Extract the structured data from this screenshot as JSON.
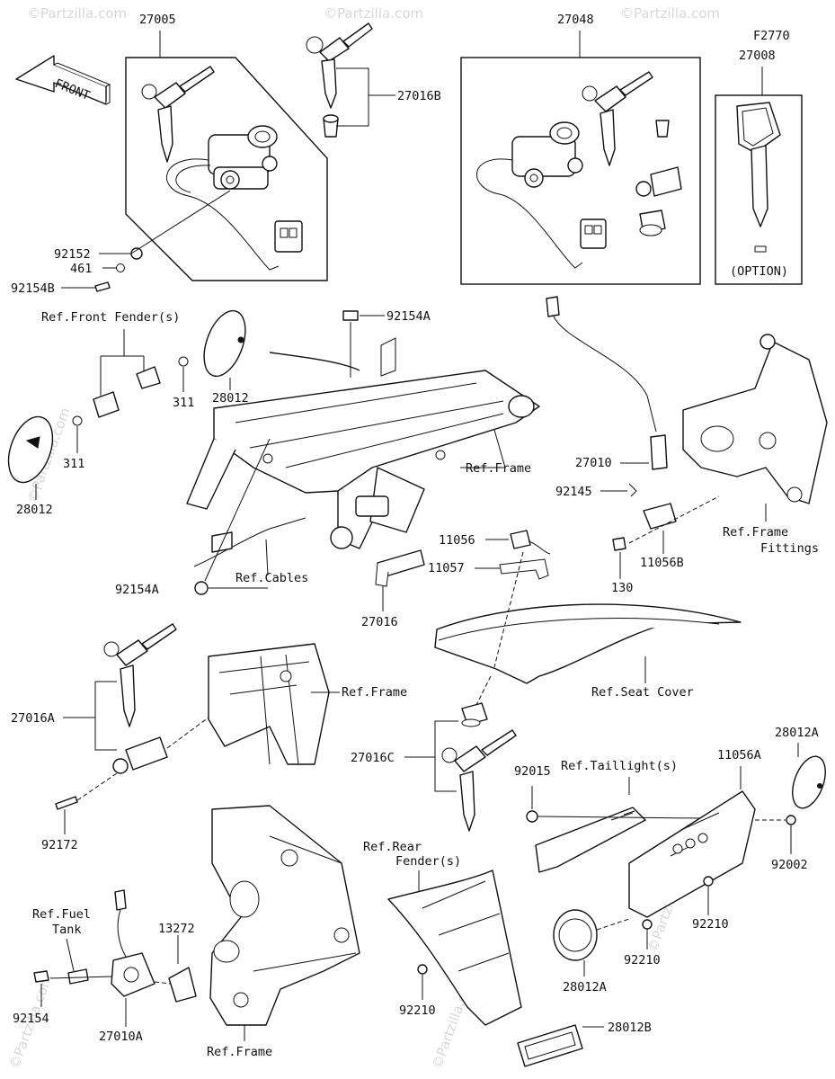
{
  "watermark": "©Partzilla.com",
  "front_arrow": {
    "label": "FRONT"
  },
  "box_27005": {
    "number": "27005"
  },
  "box_27048": {
    "number": "27048"
  },
  "box_27008": {
    "ref": "F2770",
    "number": "27008",
    "note": "(OPTION)"
  },
  "labels": {
    "p27016B": "27016B",
    "p92152": "92152",
    "p461": "461",
    "p92154B": "92154B",
    "ref_front_fender": "Ref.Front Fender(s)",
    "p311_a": "311",
    "p28012_a": "28012",
    "p311_b": "311",
    "p28012_b": "28012",
    "p92154A_top": "92154A",
    "ref_frame_top": "Ref.Frame",
    "ref_cables": "Ref.Cables",
    "p92154A_left": "92154A",
    "p27016": "27016",
    "p11056": "11056",
    "p11057": "11057",
    "p27010": "27010",
    "p92145": "92145",
    "p130": "130",
    "p11056B": "11056B",
    "ref_frame_fittings_1": "Ref.Frame",
    "ref_frame_fittings_2": "Fittings",
    "ref_seat_cover": "Ref.Seat Cover",
    "p27016A": "27016A",
    "ref_frame_mid": "Ref.Frame",
    "p92172": "92172",
    "p27016C": "27016C",
    "p92015": "92015",
    "ref_taillights": "Ref.Taillight(s)",
    "p11056A": "11056A",
    "p28012A_top": "28012A",
    "p92002": "92002",
    "ref_rear_fender_1": "Ref.Rear",
    "ref_rear_fender_2": "Fender(s)",
    "p92210_right": "92210",
    "p92210_mid": "92210",
    "p28012A_bottom": "28012A",
    "ref_fuel_tank_1": "Ref.Fuel",
    "ref_fuel_tank_2": "Tank",
    "p13272": "13272",
    "p92154": "92154",
    "p27010A": "27010A",
    "ref_frame_bottom": "Ref.Frame",
    "p92210_bottom": "92210",
    "p28012B": "28012B"
  }
}
